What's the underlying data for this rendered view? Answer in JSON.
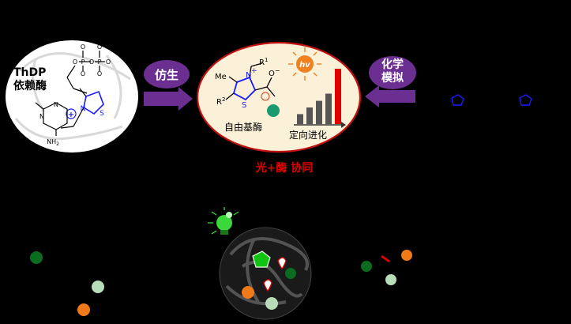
{
  "colors": {
    "background": "#000000",
    "arrow_purple": "#6b2f91",
    "highlight_red": "#e00000",
    "thiazolium_blue": "#1a1aff",
    "ellipse_fill": "#fbf0d8",
    "ellipse_border": "#c01010",
    "sun_orange": "#f08020",
    "teal_dot": "#1a9a70",
    "dark_green_dot": "#0b6b1e",
    "light_green_dot": "#b7dcb8",
    "orange_dot": "#f07a1a",
    "bulb_green": "#3ad83a"
  },
  "left_panel": {
    "name_line1": "ThDP",
    "name_line2": "依赖酶",
    "atoms": {
      "nh2": "NH",
      "nh2_sub": "2",
      "n": "N",
      "s": "S",
      "plus": "+",
      "o": "O",
      "p": "P",
      "minus": "−"
    }
  },
  "left_arrow": {
    "label": "仿生"
  },
  "center_panel": {
    "r1": "R",
    "r1_sup": "1",
    "r2": "R",
    "r2_sup": "2",
    "me": "Me",
    "n": "N",
    "s": "S",
    "plus": "+",
    "o": "O",
    "o_minus": "−",
    "hv": "hv",
    "free_carbene_label": "自由基酶",
    "directed_evolution_label": "定向进化",
    "bar_levels": [
      0.18,
      0.3,
      0.42,
      0.55,
      1.0
    ]
  },
  "right_arrow": {
    "line1": "化学",
    "line2": "模拟"
  },
  "center_caption": "光+酶 协同",
  "right_small_icons": [
    "thiazolium-icon",
    "thiazolium-icon"
  ]
}
